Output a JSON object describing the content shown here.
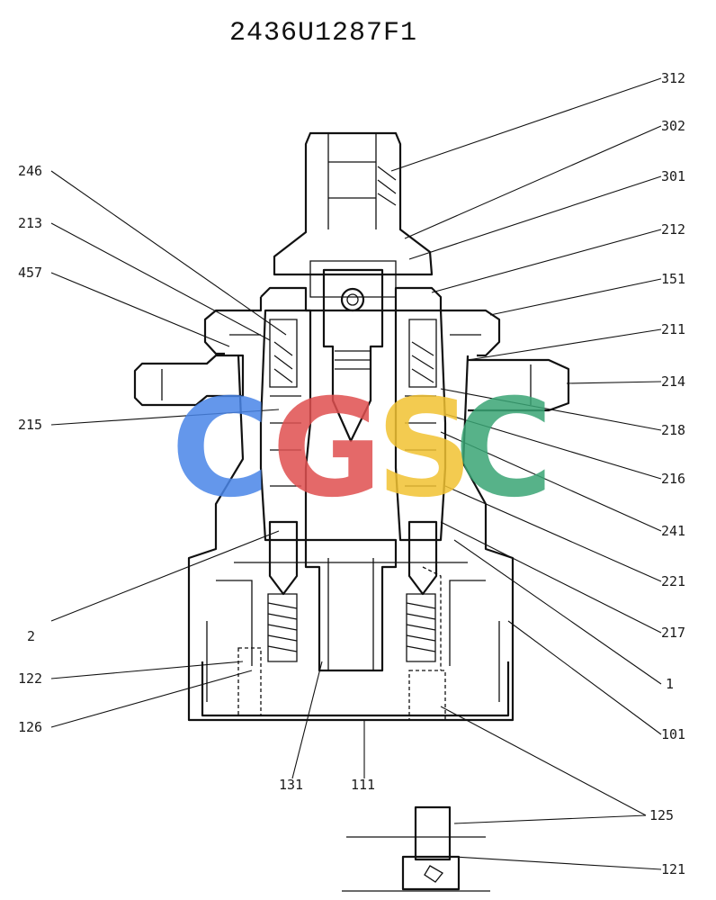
{
  "drawing": {
    "title": "2436U1287F1"
  },
  "watermark": {
    "letters": [
      {
        "char": "C",
        "color": "#4a86e8"
      },
      {
        "char": "G",
        "color": "#e05050"
      },
      {
        "char": "S",
        "color": "#f1c232"
      },
      {
        "char": "C",
        "color": "#3aa575"
      }
    ]
  },
  "callouts": {
    "left": [
      "246",
      "213",
      "457",
      "215",
      "2",
      "122",
      "126"
    ],
    "right": [
      "312",
      "302",
      "301",
      "212",
      "151",
      "211",
      "214",
      "218",
      "216",
      "241",
      "221",
      "217",
      "1",
      "101",
      "125",
      "121"
    ],
    "bottom": [
      "131",
      "111"
    ]
  }
}
